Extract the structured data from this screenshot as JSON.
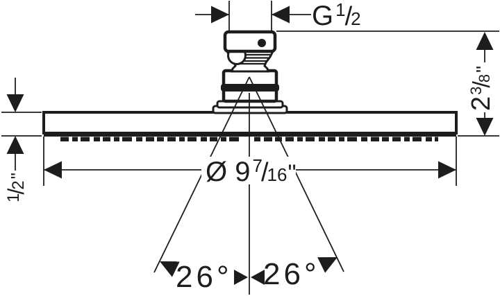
{
  "drawing": {
    "title": "shower-head-dimension-drawing",
    "labels": {
      "thread": {
        "pre": "G",
        "num": "1",
        "slash": "/",
        "den": "2"
      },
      "height": {
        "pre": "2",
        "num": "3",
        "slash": "/",
        "den": "8",
        "unit": "\""
      },
      "thickness": {
        "num": "1",
        "slash": "/",
        "den": "2",
        "unit": "\""
      },
      "diameter": {
        "pre": "Ø 9",
        "num": "7",
        "slash": "/",
        "den": "16",
        "unit": "\""
      },
      "angle_left": "26°",
      "angle_right": "26°"
    },
    "colors": {
      "ink": "#1d1d1b",
      "background": "#ffffff"
    }
  }
}
